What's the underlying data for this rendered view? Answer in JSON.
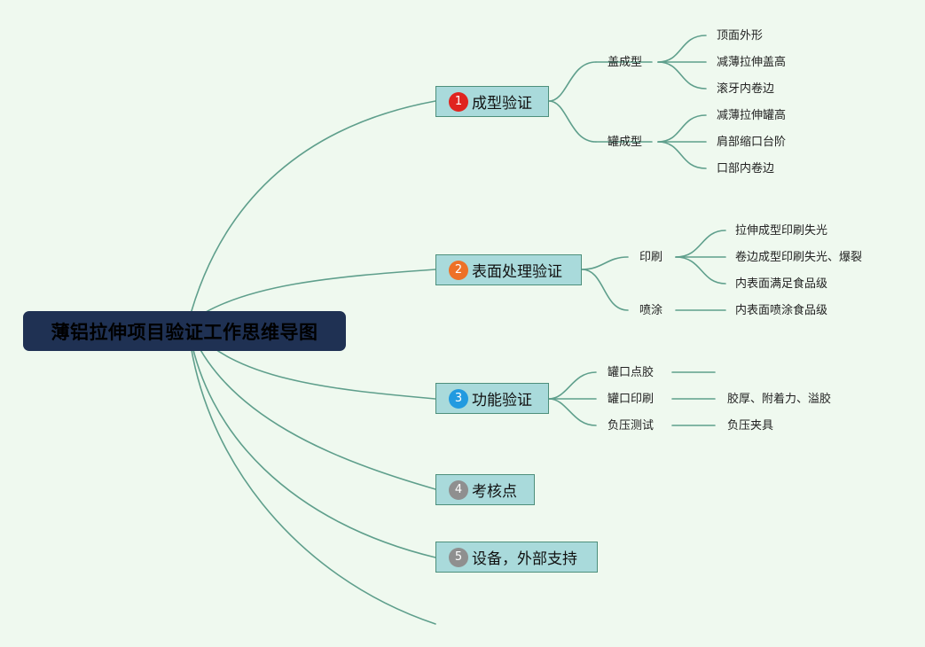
{
  "title": "薄铝拉伸项目验证工作思维导图",
  "colors": {
    "background": "#eff9ef",
    "line": "#5f9f8c",
    "root_fill": "#1f3153",
    "topic_fill": "#a9dadb",
    "topic_border": "#4d8f7b"
  },
  "branches": [
    {
      "number": "1",
      "badge_color": "#e0241f",
      "label": "成型验证",
      "children": [
        {
          "label": "盖成型",
          "children": [
            {
              "label": "顶面外形"
            },
            {
              "label": "减薄拉伸盖高"
            },
            {
              "label": "滚牙内卷边"
            }
          ]
        },
        {
          "label": "罐成型",
          "children": [
            {
              "label": "减薄拉伸罐高"
            },
            {
              "label": "肩部缩口台阶"
            },
            {
              "label": "口部内卷边"
            }
          ]
        }
      ]
    },
    {
      "number": "2",
      "badge_color": "#ee7127",
      "label": "表面处理验证",
      "children": [
        {
          "label": "印刷",
          "children": [
            {
              "label": "拉伸成型印刷失光"
            },
            {
              "label": "卷边成型印刷失光、爆裂"
            },
            {
              "label": "内表面满足食品级"
            }
          ]
        },
        {
          "label": "喷涂",
          "children": [
            {
              "label": "内表面喷涂食品级"
            }
          ]
        }
      ]
    },
    {
      "number": "3",
      "badge_color": "#229ae0",
      "label": "功能验证",
      "children": [
        {
          "label": "罐口点胶",
          "children": [
            {
              "label": ""
            }
          ]
        },
        {
          "label": "罐口印刷",
          "children": [
            {
              "label": "胶厚、附着力、溢胶"
            }
          ]
        },
        {
          "label": "负压测试",
          "children": [
            {
              "label": "负压夹具"
            }
          ]
        }
      ]
    },
    {
      "number": "4",
      "badge_color": "#8f8f8f",
      "label": "考核点",
      "children": []
    },
    {
      "number": "5",
      "badge_color": "#8f8f8f",
      "label": "设备，外部支持",
      "children": []
    }
  ]
}
